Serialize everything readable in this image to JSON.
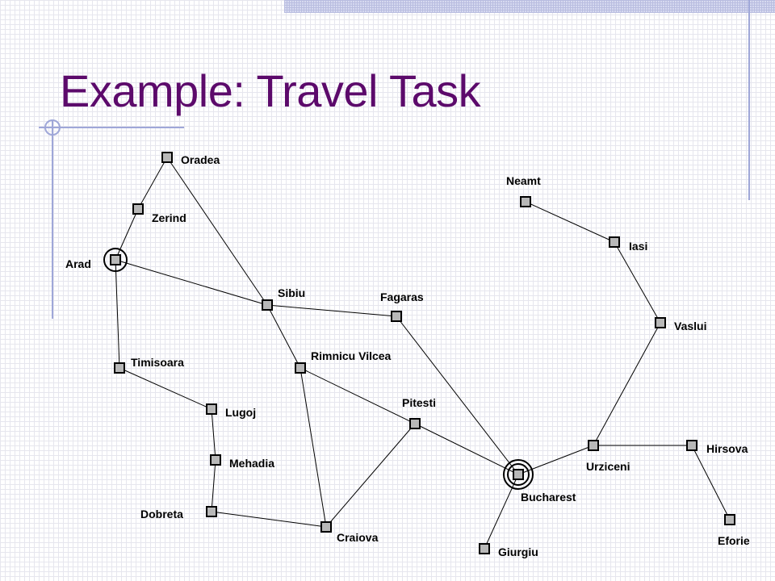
{
  "slide": {
    "title": "Example: Travel Task"
  },
  "colors": {
    "title": "#5c0a6b",
    "city_fill": "#b8b8b8",
    "rule_accent": "#9fa7d8"
  },
  "map": {
    "cities": [
      {
        "id": "oradea",
        "name": "Oradea",
        "marker": "none"
      },
      {
        "id": "zerind",
        "name": "Zerind",
        "marker": "none"
      },
      {
        "id": "arad",
        "name": "Arad",
        "marker": "single-ring"
      },
      {
        "id": "timisoara",
        "name": "Timisoara",
        "marker": "none"
      },
      {
        "id": "lugoj",
        "name": "Lugoj",
        "marker": "none"
      },
      {
        "id": "mehadia",
        "name": "Mehadia",
        "marker": "none"
      },
      {
        "id": "dobreta",
        "name": "Dobreta",
        "marker": "none"
      },
      {
        "id": "craiova",
        "name": "Craiova",
        "marker": "none"
      },
      {
        "id": "sibiu",
        "name": "Sibiu",
        "marker": "none"
      },
      {
        "id": "rimnicu",
        "name": "Rimnicu Vilcea",
        "marker": "none"
      },
      {
        "id": "fagaras",
        "name": "Fagaras",
        "marker": "none"
      },
      {
        "id": "pitesti",
        "name": "Pitesti",
        "marker": "none"
      },
      {
        "id": "bucharest",
        "name": "Bucharest",
        "marker": "double-ring"
      },
      {
        "id": "giurgiu",
        "name": "Giurgiu",
        "marker": "none"
      },
      {
        "id": "urziceni",
        "name": "Urziceni",
        "marker": "none"
      },
      {
        "id": "hirsova",
        "name": "Hirsova",
        "marker": "none"
      },
      {
        "id": "eforie",
        "name": "Eforie",
        "marker": "none"
      },
      {
        "id": "vaslui",
        "name": "Vaslui",
        "marker": "none"
      },
      {
        "id": "iasi",
        "name": "Iasi",
        "marker": "none"
      },
      {
        "id": "neamt",
        "name": "Neamt",
        "marker": "none"
      }
    ],
    "roads": [
      [
        "arad",
        "zerind"
      ],
      [
        "zerind",
        "oradea"
      ],
      [
        "oradea",
        "sibiu"
      ],
      [
        "arad",
        "sibiu"
      ],
      [
        "arad",
        "timisoara"
      ],
      [
        "timisoara",
        "lugoj"
      ],
      [
        "lugoj",
        "mehadia"
      ],
      [
        "mehadia",
        "dobreta"
      ],
      [
        "dobreta",
        "craiova"
      ],
      [
        "craiova",
        "rimnicu"
      ],
      [
        "craiova",
        "pitesti"
      ],
      [
        "sibiu",
        "rimnicu"
      ],
      [
        "sibiu",
        "fagaras"
      ],
      [
        "rimnicu",
        "pitesti"
      ],
      [
        "fagaras",
        "bucharest"
      ],
      [
        "pitesti",
        "bucharest"
      ],
      [
        "bucharest",
        "giurgiu"
      ],
      [
        "bucharest",
        "urziceni"
      ],
      [
        "urziceni",
        "hirsova"
      ],
      [
        "hirsova",
        "eforie"
      ],
      [
        "urziceni",
        "vaslui"
      ],
      [
        "vaslui",
        "iasi"
      ],
      [
        "iasi",
        "neamt"
      ]
    ]
  }
}
